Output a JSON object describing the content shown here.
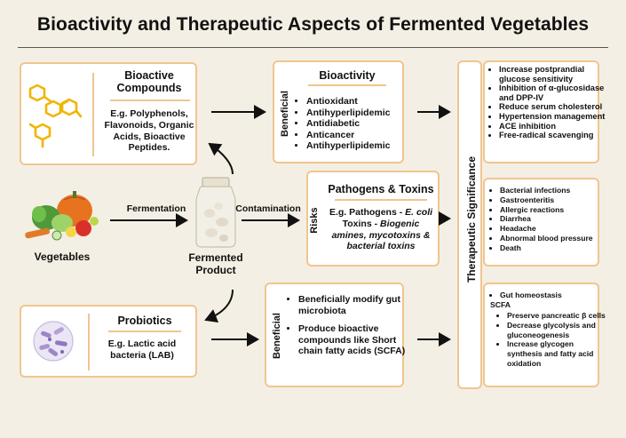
{
  "title": "Bioactivity and Therapeutic Aspects of Fermented Vegetables",
  "bioactive": {
    "heading": "Bioactive Compounds",
    "body": "E.g. Polyphenols, Flavonoids, Organic Acids, Bioactive Peptides."
  },
  "bioactivity": {
    "side_label": "Beneficial",
    "heading": "Bioactivity",
    "items": [
      "Antioxidant",
      "Antihyperlipidemic",
      "Antidiabetic",
      "Anticancer",
      "Antihyperlipidemic"
    ]
  },
  "sig1": {
    "items": [
      "Increase postprandial glucose sensitivity",
      "Inhibition of α-glucosidase and DPP-IV",
      "Reduce serum cholesterol",
      "Hypertension management",
      "ACE inhibition",
      "Free-radical scavenging"
    ]
  },
  "flow": {
    "fermentation": "Fermentation",
    "contamination": "Contamination",
    "vegetables": "Vegetables",
    "product": "Fermented Product"
  },
  "pathogens": {
    "side_label": "Risks",
    "heading": "Pathogens & Toxins",
    "line1_prefix": "E.g. Pathogens - ",
    "line1_italic": "E. coli",
    "line2_prefix": "Toxins - ",
    "line2_italic": "Biogenic amines, mycotoxins & bacterial toxins"
  },
  "sig2": {
    "items": [
      "Bacterial infections",
      "Gastroenteritis",
      "Allergic reactions",
      "Diarrhea",
      "Headache",
      "Abnormal blood pressure",
      "Death"
    ]
  },
  "probiotics": {
    "heading": "Probiotics",
    "body": "E.g. Lactic acid bacteria (LAB)"
  },
  "gut": {
    "side_label": "Beneficial",
    "items": [
      "Beneficially modify gut microbiota",
      "Produce bioactive compounds like Short chain fatty acids (SCFA)"
    ]
  },
  "sig3": {
    "item1": "Gut homeostasis",
    "scfa": "SCFA",
    "subitems": [
      "Preserve pancreatic β cells",
      "Decrease glycolysis and gluconeogenesis",
      "Increase glycogen synthesis and fatty acid oxidation"
    ]
  },
  "therapeutic": {
    "label": "Therapeutic Significance"
  }
}
